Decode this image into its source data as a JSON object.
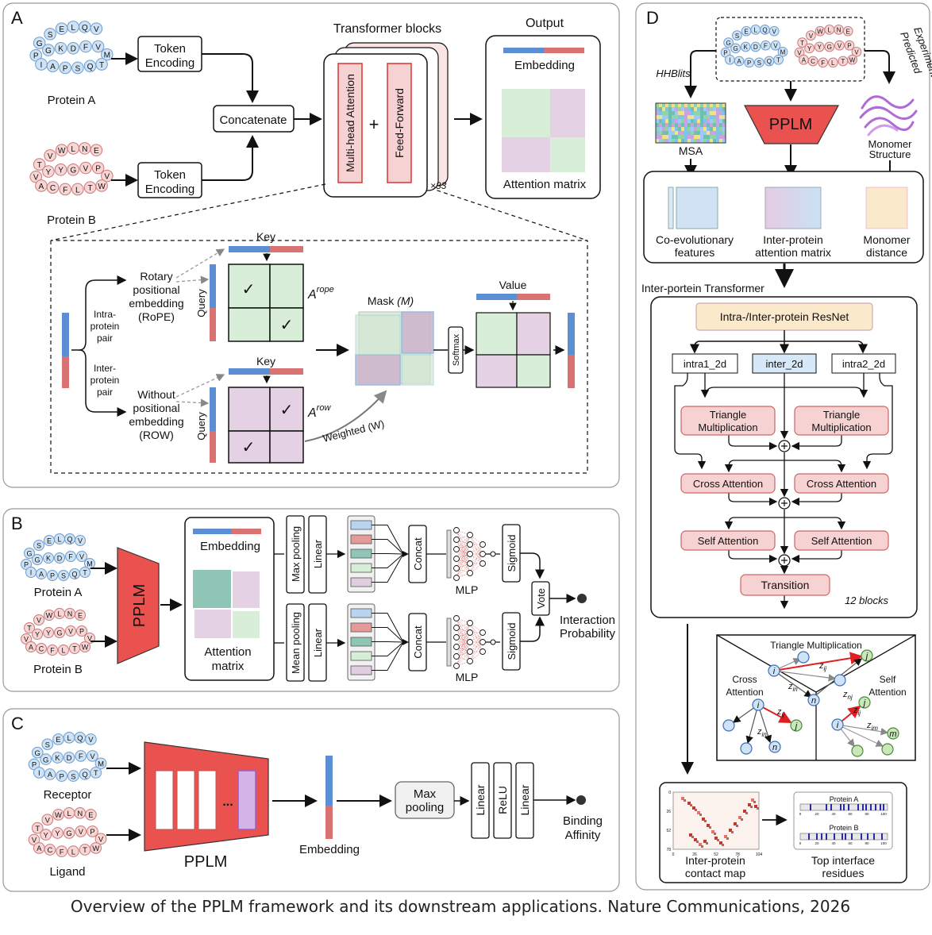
{
  "panels": {
    "a": "A",
    "b": "B",
    "c": "C",
    "d": "D"
  },
  "proteins": {
    "a_name": "Protein A",
    "b_name": "Protein B",
    "receptor": "Receptor",
    "ligand": "Ligand",
    "seq_a": [
      "G",
      "S",
      "E",
      "L",
      "Q",
      "V",
      "P",
      "G",
      "K",
      "D",
      "F",
      "V",
      "M",
      "T",
      "Q",
      "S",
      "P",
      "A",
      "I"
    ],
    "seq_b": [
      "T",
      "V",
      "W",
      "L",
      "N",
      "E",
      "V",
      "Y",
      "Y",
      "G",
      "V",
      "P",
      "V",
      "W",
      "T",
      "L",
      "F",
      "C",
      "A"
    ]
  },
  "panel_a": {
    "token_encoding": "Token Encoding",
    "concatenate": "Concatenate",
    "transformer_blocks": "Transformer blocks",
    "mha": "Multi-head Attention",
    "ff": "Feed-Forward",
    "plus": "+",
    "x33": "×33",
    "output": "Output",
    "embedding": "Embedding",
    "attention_matrix": "Attention matrix",
    "intra_pair": "Intra-protein pair",
    "inter_pair": "Inter-protein pair",
    "rope": "Rotary positional embedding (RoPE)",
    "row": "Without positional embedding (ROW)",
    "key": "Key",
    "query": "Query",
    "a_rope": "A",
    "a_rope_sup": "rope",
    "a_row": "A",
    "a_row_sup": "row",
    "mask": "Mask",
    "mask_m": "(M)",
    "weighted": "Weighted (W)",
    "softmax": "Softmax",
    "value": "Value",
    "check": "✓"
  },
  "panel_b": {
    "pplm": "PPLM",
    "embedding": "Embedding",
    "attention_matrix": "Attention matrix",
    "max_pooling": "Max pooling",
    "mean_pooling": "Mean pooling",
    "linear": "Linear",
    "concat": "Concat",
    "mlp": "MLP",
    "sigmoid": "Sigmoid",
    "vote": "Vote",
    "interaction_probability": "Interaction Probability"
  },
  "panel_c": {
    "pplm": "PPLM",
    "ellipsis": "...",
    "embedding": "Embedding",
    "max_pooling": "Max pooling",
    "linear": "Linear",
    "relu": "ReLU",
    "binding_affinity": "Binding Affinity"
  },
  "panel_d": {
    "hhblits": "HHBlits",
    "experimental": "Experimental / Predicted",
    "msa": "MSA",
    "pplm": "PPLM",
    "monomer_structure": "Monomer Structure",
    "coevo": "Co-evolutionary features",
    "inter_attn": "Inter-protein attention matrix",
    "monomer_distance": "Monomer distance",
    "inter_transformer": "Inter-portein Transformer",
    "resnet": "Intra-/Inter-protein ResNet",
    "intra1": "intra1_2d",
    "inter": "inter_2d",
    "intra2": "intra2_2d",
    "triangle": "Triangle Multiplication",
    "cross": "Cross Attention",
    "self": "Self Attention",
    "transition": "Transition",
    "blocks": "12 blocks",
    "tri_title": "Triangle Multiplication",
    "cross_title": "Cross Attention",
    "self_title": "Self Attention",
    "node_i": "i",
    "node_j": "j",
    "node_n": "n",
    "node_m": "m",
    "z_ij": "z",
    "z_ij_sub": "ij",
    "z_in": "z",
    "z_in_sub": "in",
    "z_nj": "z",
    "z_nj_sub": "nj",
    "z_im": "z",
    "z_im_sub": "im",
    "contact_map": "Inter-protein contact map",
    "contact_ticks_x": [
      "0",
      "26",
      "52",
      "78",
      "104"
    ],
    "contact_ticks_y": [
      "0",
      "26",
      "52",
      "78"
    ],
    "protein_a": "Protein A",
    "protein_b": "Protein B",
    "protein_ticks": [
      "0",
      "20",
      "40",
      "60",
      "80",
      "100"
    ],
    "top_residues": "Top interface residues"
  },
  "caption": "Overview of the PPLM framework and its downstream applications. Nature Communications, 2026",
  "colors": {
    "blue": "#b9d4ef",
    "red": "#f3c6c6",
    "green": "#d6eed7",
    "purple": "#e1cde0",
    "pplm": "#e9524f",
    "box": "#f6d2d2",
    "resnet": "#fbe9cc"
  }
}
